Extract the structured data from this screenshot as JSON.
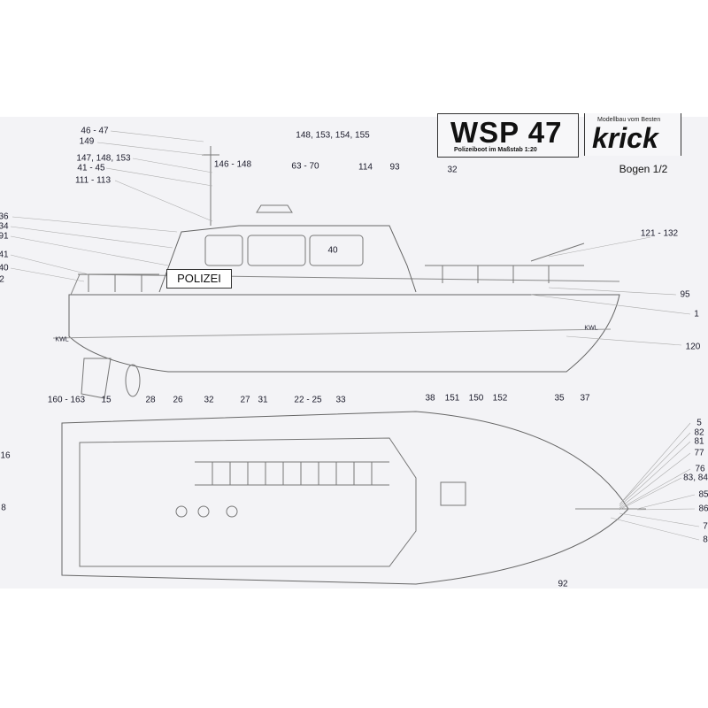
{
  "title_block": {
    "title": "WSP 47",
    "subtitle": "Polizeiboot im Maßstab 1:20",
    "brand_tagline": "Modellbau vom Besten",
    "brand": "krick",
    "sheet": "Bogen 1/2"
  },
  "boat_marking": "POLIZEI",
  "waterline_label": "KWL",
  "side_view_labels": {
    "top_left": [
      "46 - 47",
      "149",
      "147, 148, 153",
      "41 - 45",
      "111 - 113"
    ],
    "left_edge": [
      "36",
      "34",
      "91",
      "41",
      "40",
      "2"
    ],
    "top": [
      "148, 153, 154, 155",
      "146 - 148",
      "63 - 70",
      "114",
      "93",
      "32"
    ],
    "cabin": "40",
    "right": [
      "121 - 132",
      "95",
      "1",
      "120"
    ],
    "bottom": [
      "160 - 163",
      "15",
      "28",
      "26",
      "32",
      "27",
      "31",
      "22 - 25",
      "33"
    ]
  },
  "top_view_labels": {
    "top": [
      "38",
      "151",
      "150",
      "152",
      "35",
      "37"
    ],
    "right": [
      "5",
      "82",
      "81",
      "77",
      "76",
      "83, 84",
      "85",
      "86",
      "7",
      "8"
    ],
    "left": [
      "16",
      "8"
    ],
    "bottom": [
      "92"
    ]
  },
  "colors": {
    "paper": "#f3f3f6",
    "ink": "#1a1a2a",
    "line": "#8a8a95"
  }
}
